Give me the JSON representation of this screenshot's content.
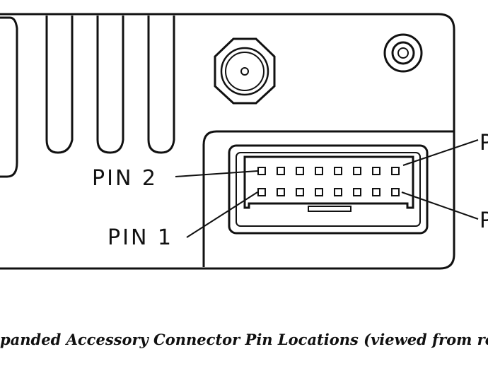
{
  "labels": {
    "pin2": "PIN 2",
    "pin1": "PIN 1",
    "right_top_cut": "P",
    "right_bottom_cut": "P"
  },
  "caption": "panded Accessory Connector Pin Locations (viewed from rea",
  "connector": {
    "pins_per_row": 8,
    "rows": 2
  },
  "colors": {
    "ink": "#111111",
    "background": "#ffffff"
  }
}
